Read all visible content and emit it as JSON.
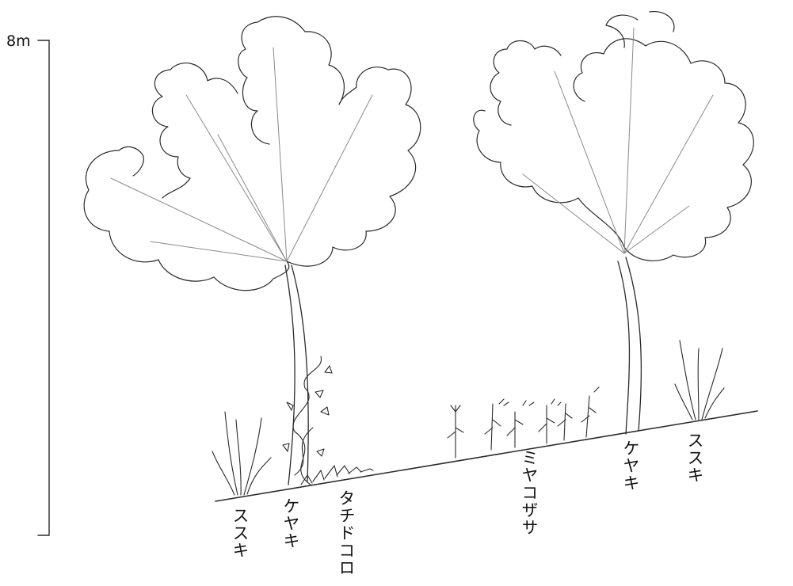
{
  "scale": {
    "label": "8m"
  },
  "plants": [
    {
      "id": "susuki-left",
      "label": "ススキ"
    },
    {
      "id": "keyaki-left",
      "label": "ケヤキ"
    },
    {
      "id": "tachidokoro",
      "label": "タチドコロ"
    },
    {
      "id": "miyakozasa",
      "label": "ミヤコザサ"
    },
    {
      "id": "keyaki-right",
      "label": "ケヤキ"
    },
    {
      "id": "susuki-right",
      "label": "ススキ"
    }
  ]
}
